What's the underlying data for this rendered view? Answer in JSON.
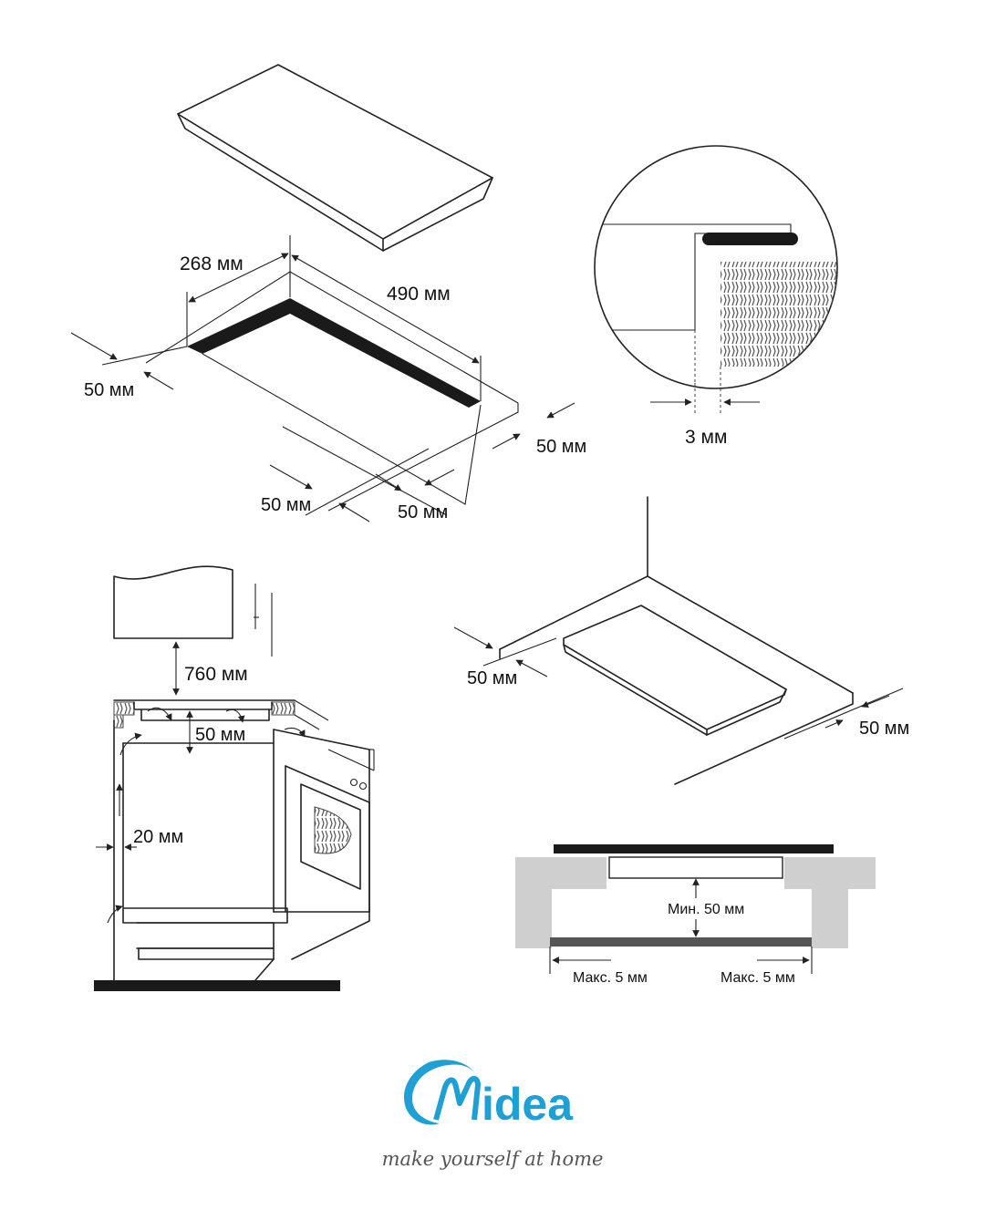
{
  "dimensions": {
    "depth": "268 мм",
    "width": "490 мм",
    "left_margin": "50 мм",
    "right_margin": "50 мм",
    "front_left": "50 мм",
    "front_right": "50 мм",
    "gap": "3 мм",
    "hood_clearance": "760 мм",
    "top_gap": "50 мм",
    "side_gap": "20 мм",
    "wall_left": "50 мм",
    "wall_right": "50 мм",
    "min_clearance": "Мин. 50 мм",
    "max_left": "Макс. 5 мм",
    "max_right": "Макс. 5 мм"
  },
  "brand": {
    "name": "Midea",
    "slogan": "make yourself at home",
    "color": "#1e9fd6"
  }
}
